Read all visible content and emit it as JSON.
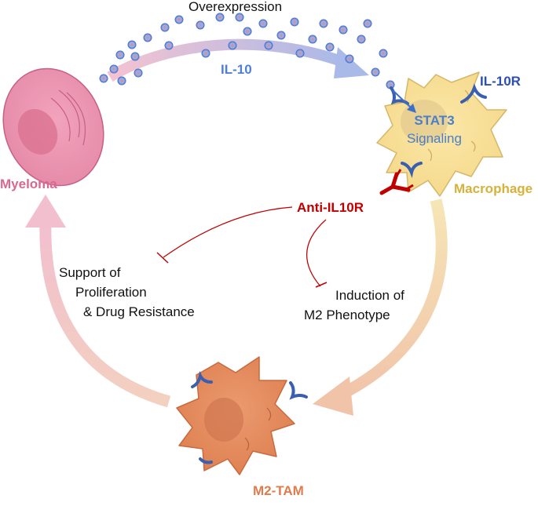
{
  "labels": {
    "overexpression": "Overexpression",
    "il10": "IL-10",
    "il10r": "IL-10R",
    "stat3": "STAT3",
    "signaling": "Signaling",
    "myeloma": "Myeloma",
    "macrophage": "Macrophage",
    "anti_il10r": "Anti-IL10R",
    "support_1": "Support of",
    "support_2": "Proliferation",
    "support_3": "& Drug Resistance",
    "induction_1": "Induction of",
    "induction_2": "M2 Phenotype",
    "m2tam": "M2-TAM"
  },
  "colors": {
    "myeloma": "#d9688f",
    "macrophage": "#d8b13a",
    "il10_text": "#4f7fd6",
    "il10r_text": "#2e4fb0",
    "stat3_text": "#4a7fc9",
    "anti_il10r": "#c00000",
    "m2tam": "#e07b4b",
    "text": "#111111"
  }
}
